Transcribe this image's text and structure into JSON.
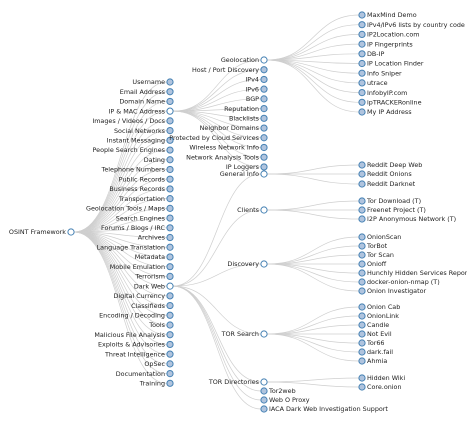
{
  "tree": {
    "root_label": "OSINT Framework",
    "colors": {
      "collapsed_fill": "#b0c4de",
      "expanded_fill": "#ffffff",
      "node_stroke": "#4682b4",
      "link": "#cfcfcf",
      "text": "#222222"
    },
    "categories": [
      "Username",
      "Email Address",
      "Domain Name",
      "IP & MAC Address",
      "Images / Videos / Docs",
      "Social Networks",
      "Instant Messaging",
      "People Search Engines",
      "Dating",
      "Telephone Numbers",
      "Public Records",
      "Business Records",
      "Transportation",
      "Geolocation Tools / Maps",
      "Search Engines",
      "Forums / Blogs / IRC",
      "Archives",
      "Language Translation",
      "Metadata",
      "Mobile Emulation",
      "Terrorism",
      "Dark Web",
      "Digital Currency",
      "Classifieds",
      "Encoding / Decoding",
      "Tools",
      "Malicious File Analysis",
      "Exploits & Advisories",
      "Threat Intelligence",
      "OpSec",
      "Documentation",
      "Training"
    ],
    "ip_mac": {
      "label": "IP & MAC Address",
      "children": [
        "Geolocation",
        "Host / Port Discovery",
        "IPv4",
        "IPv6",
        "BGP",
        "Reputation",
        "Blacklists",
        "Neighbor Domains",
        "Protected by Cloud Services",
        "Wireless Network Info",
        "Network Analysis Tools",
        "IP Loggers"
      ]
    },
    "geolocation": {
      "label": "Geolocation",
      "children": [
        "MaxMind Demo",
        "IPv4/IPv6 lists by country code",
        "IP2Location.com",
        "IP Fingerprints",
        "DB-IP",
        "IP Location Finder",
        "Info Sniper",
        "utrace",
        "InfobyIP.com",
        "ipTRACKERonline",
        "My IP Address"
      ]
    },
    "dark_web": {
      "label": "Dark Web",
      "groups": [
        {
          "label": "General Info",
          "children": [
            "Reddit Deep Web",
            "Reddit Onions",
            "Reddit Darknet"
          ]
        },
        {
          "label": "Clients",
          "children": [
            "Tor Download (T)",
            "Freenet Project (T)",
            "I2P Anonymous Network (T)"
          ]
        },
        {
          "label": "Discovery",
          "children": [
            "OnionScan",
            "TorBot",
            "Tor Scan",
            "Onioff",
            "Hunchly Hidden Services Report",
            "docker-onion-nmap (T)",
            "Onion Investigator"
          ]
        },
        {
          "label": "TOR Search",
          "children": [
            "Onion Cab",
            "OnionLink",
            "Candle",
            "Not Evil",
            "Tor66",
            "dark.fail",
            "Ahmia"
          ]
        },
        {
          "label": "TOR Directories",
          "children": [
            "Hidden Wiki",
            "Core.onion"
          ]
        }
      ],
      "direct_children": [
        "Tor2web",
        "Web O Proxy",
        "IACA Dark Web Investigation Support"
      ]
    }
  }
}
